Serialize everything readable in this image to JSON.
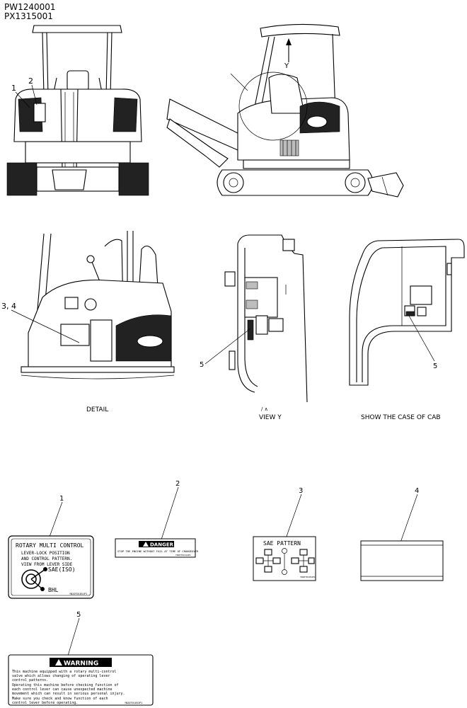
{
  "header": {
    "serial_1": "PW1240001",
    "serial_2": "PX1315001"
  },
  "callouts": {
    "front_1": "1",
    "front_2": "2",
    "side_y": "Y",
    "detail_34": "3, 4",
    "viewy_5": "5",
    "cab_5": "5"
  },
  "views": {
    "detail": "DETAIL",
    "view_y_arrow": "∕  ∧",
    "view_y": "VIEW Y",
    "cab": "SHOW THE CASE OF CAB"
  },
  "labels": [
    {
      "number": "1",
      "title": "ROTARY MULTI CONTROL",
      "lines": [
        "LEVER-LOCK POSITION",
        "AND CONTROL PATTERN.",
        "VIEW FROM LEVER SIDE"
      ],
      "sae": "SAE(ISO)",
      "bhl": "BHL",
      "part_no": "YN20T01051P1"
    },
    {
      "number": "2",
      "header": "DANGER",
      "text": "STOP THE ENGINE WITHOUT FAIL AT TIME OF CHANGEOVER",
      "part_no": "YN20T01614P1"
    },
    {
      "number": "3",
      "title": "SAE PATTERN",
      "part_no": "YN20T01052P1"
    },
    {
      "number": "4"
    },
    {
      "number": "5",
      "header": "WARNING",
      "lines": [
        "This machine equipped with a rotary multi-control",
        "valve which allows changing of operating lever",
        "control patterns.",
        "Operating this machine before checking function of",
        "each control lever can cause unexpected machine",
        "movement which can result in serious personal injury.",
        "Make sure you check and know function of each",
        "control lever before operating."
      ],
      "part_no": "YN20T01053P1"
    }
  ]
}
